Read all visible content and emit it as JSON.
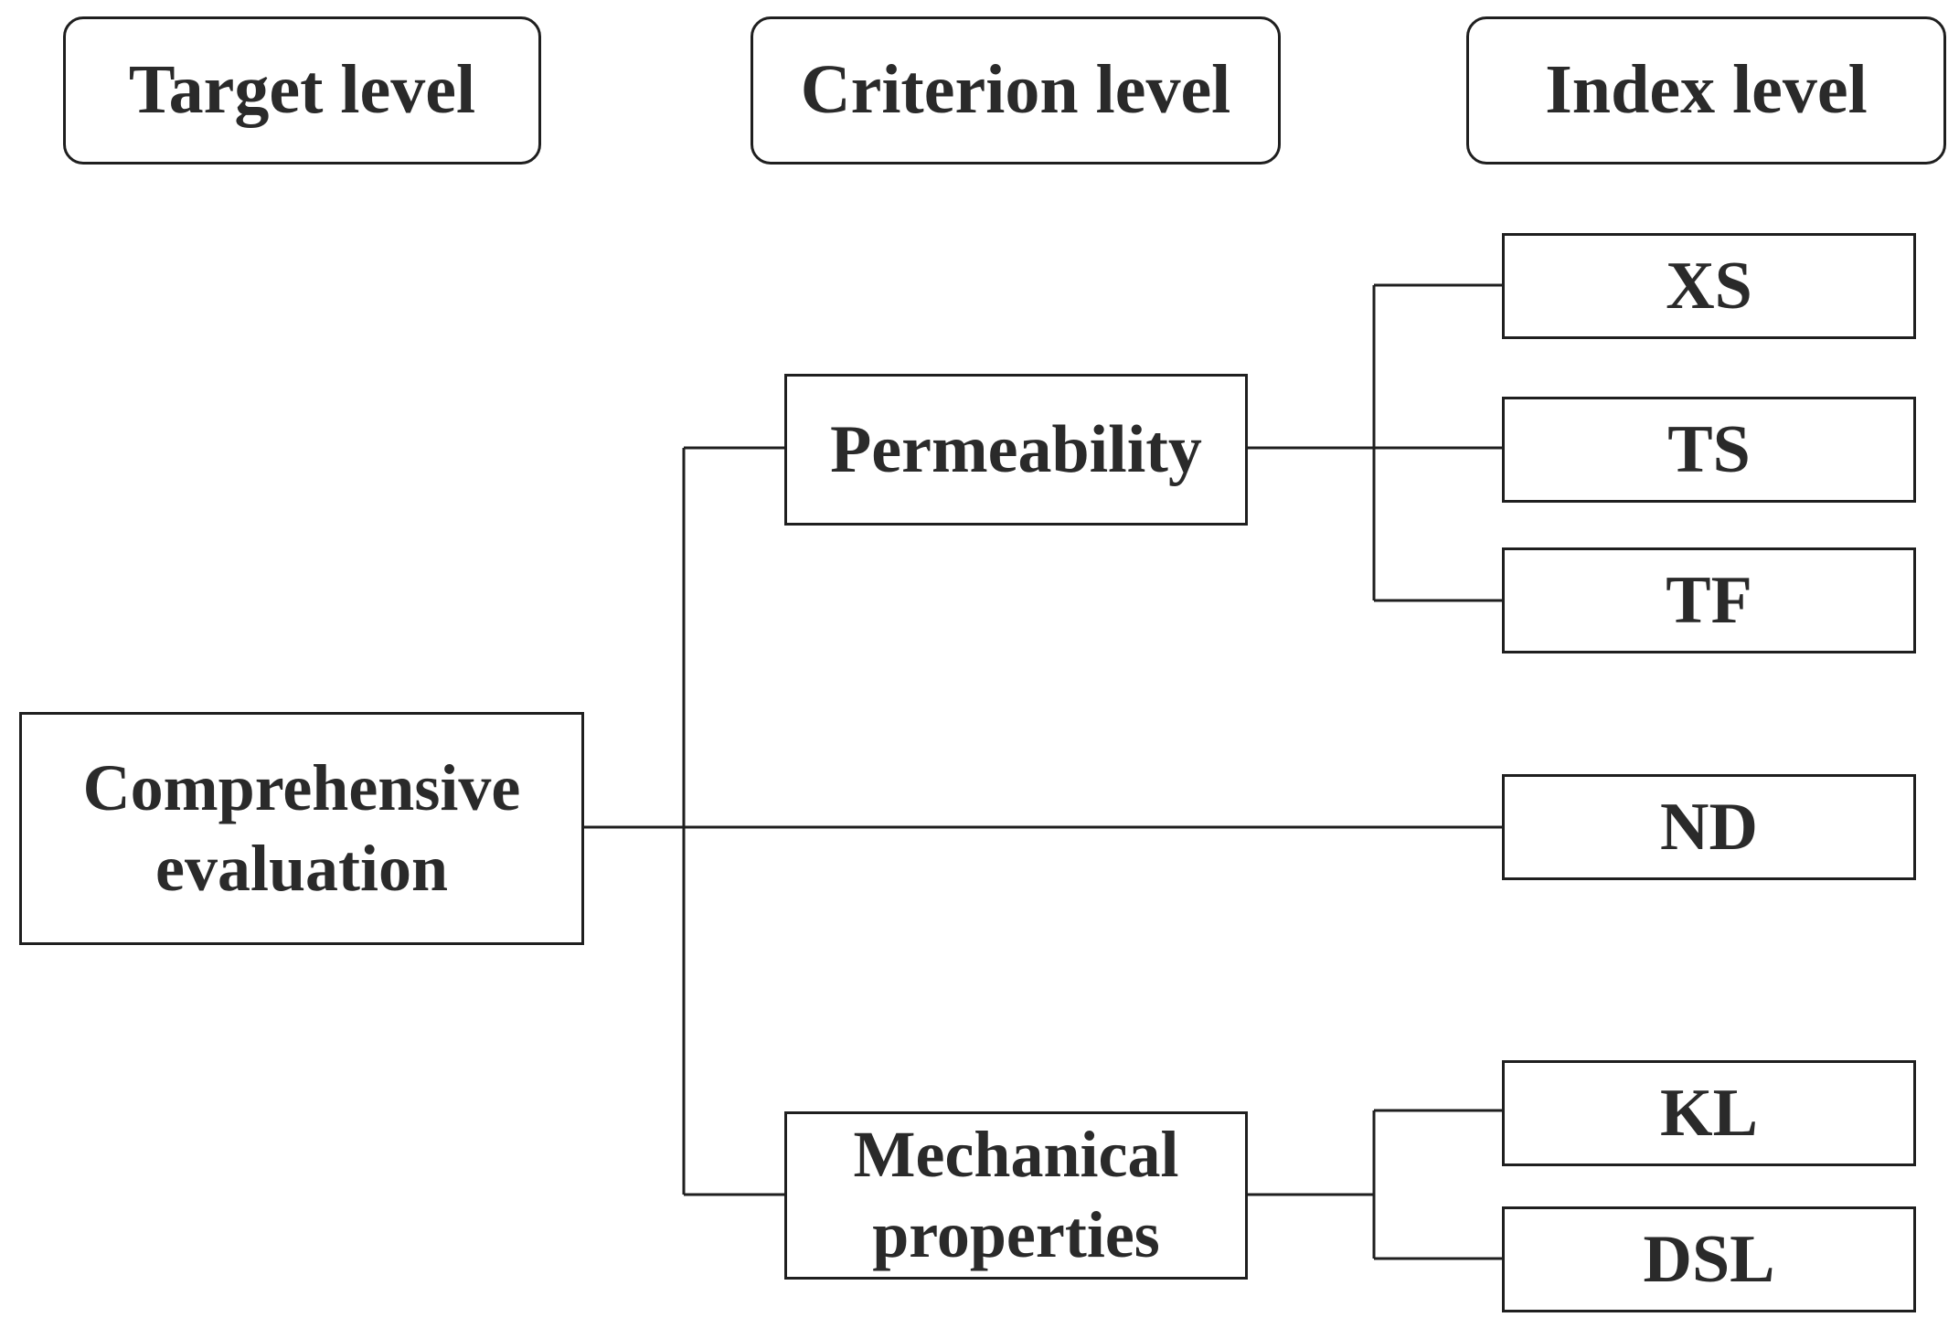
{
  "headers": {
    "target": "Target level",
    "criterion": "Criterion level",
    "index": "Index level"
  },
  "root": {
    "line1": "Comprehensive",
    "line2": "evaluation"
  },
  "criteria": {
    "permeability": "Permeability",
    "mechanical_line1": "Mechanical",
    "mechanical_line2": "properties"
  },
  "indices": {
    "xs": "XS",
    "ts": "TS",
    "tf": "TF",
    "nd": "ND",
    "kl": "KL",
    "dsl": "DSL"
  }
}
